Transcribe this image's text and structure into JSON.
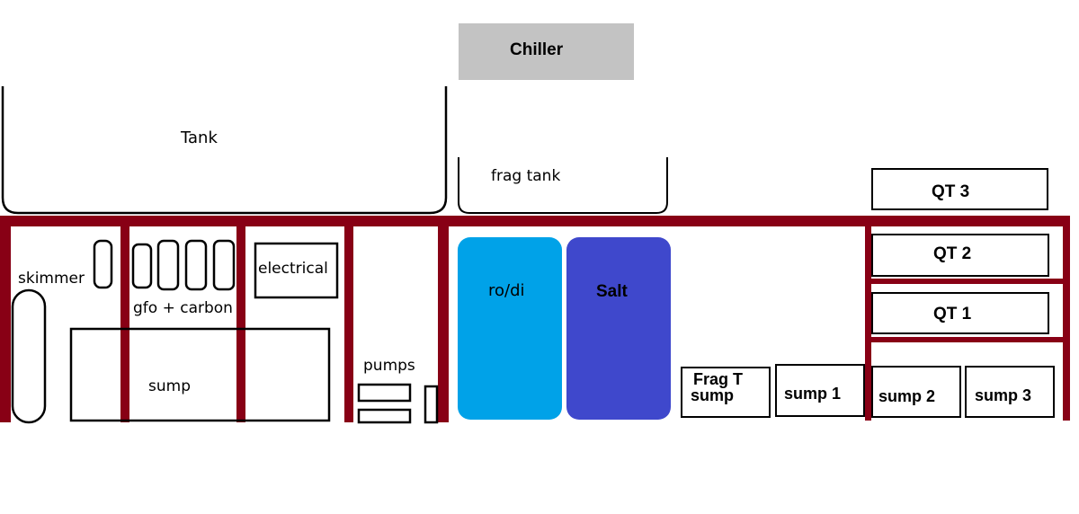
{
  "labels": {
    "chiller": "Chiller",
    "tank": "Tank",
    "frag_tank": "frag tank",
    "qt3": "QT 3",
    "qt2": "QT 2",
    "qt1": "QT 1",
    "skimmer": "skimmer",
    "gfo_carbon": "gfo + carbon",
    "electrical": "electrical",
    "sump": "sump",
    "pumps": "pumps",
    "rodi": "ro/di",
    "salt": "Salt",
    "frag_t_sump_line1": "Frag T",
    "frag_t_sump_line2": "sump",
    "sump1": "sump 1",
    "sump2": "sump 2",
    "sump3": "sump 3"
  },
  "colors": {
    "stand_frame": "#880015",
    "chiller_fill": "#c3c3c3",
    "rodi_fill": "#00a2e8",
    "salt_fill": "#3f48cc",
    "outline": "#000000"
  }
}
